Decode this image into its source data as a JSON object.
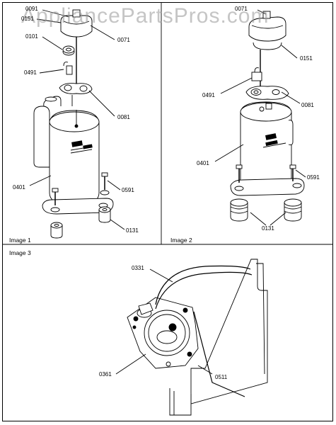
{
  "watermark": "AppliancePartsPros.com",
  "panels": {
    "image1": "Image 1",
    "image2": "Image 2",
    "image3": "Image 3"
  },
  "callouts": {
    "img1": {
      "c0091": "0091",
      "c0151": "0151",
      "c0101": "0101",
      "c0071": "0071",
      "c0491": "0491",
      "c0081": "0081",
      "c0401": "0401",
      "c0591": "0591",
      "c0131": "0131"
    },
    "img2": {
      "c0071": "0071",
      "c0151": "0151",
      "c0491": "0491",
      "c0081": "0081",
      "c0401": "0401",
      "c0591": "0591",
      "c0131": "0131"
    },
    "img3": {
      "c0331": "0331",
      "c0361": "0361",
      "c0511": "0511"
    }
  }
}
